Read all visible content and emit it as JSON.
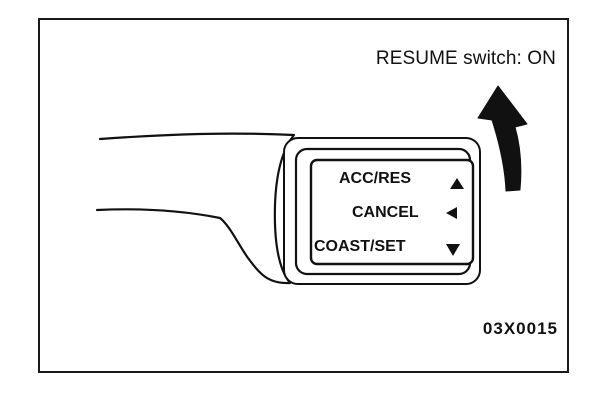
{
  "caption": "RESUME switch: ON",
  "figure_code": "03X0015",
  "switch_labels": {
    "acc_res": "ACC/RES",
    "cancel": "CANCEL",
    "coast_set": "COAST/SET"
  },
  "icons": {
    "acc_res": "triangle-up",
    "cancel": "triangle-left",
    "coast_set": "triangle-down",
    "motion": "curved-arrow-up"
  }
}
